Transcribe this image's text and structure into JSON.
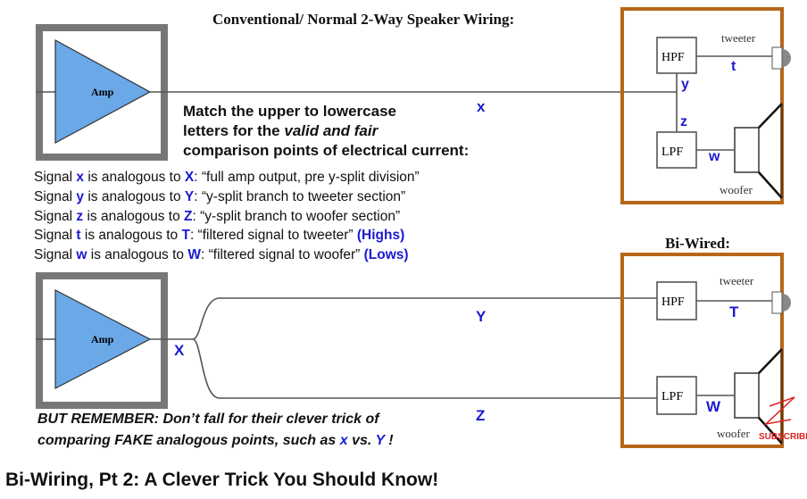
{
  "top": {
    "title": "Conventional/ Normal  2-Way Speaker Wiring:",
    "amp": "Amp",
    "x_label": "x",
    "match": [
      "Match the upper to lowercase",
      "letters for the ",
      "valid and fair",
      "comparison points of electrical current:"
    ],
    "hpf": "HPF",
    "lpf": "LPF",
    "tweeter": "tweeter",
    "woofer": "woofer",
    "y": "y",
    "z": "z",
    "t": "t",
    "w": "w"
  },
  "signals": [
    {
      "pre": "Signal ",
      "l": "x",
      "mid": " is analogous to ",
      "U": "X",
      "post": ": “full amp output, pre y-split division”",
      "extra": ""
    },
    {
      "pre": "Signal ",
      "l": "y",
      "mid": " is analogous to ",
      "U": "Y",
      "post": ": “y-split branch to tweeter section”",
      "extra": ""
    },
    {
      "pre": "Signal ",
      "l": "z",
      "mid": " is analogous to ",
      "U": "Z",
      "post": ": “y-split branch to woofer section”",
      "extra": ""
    },
    {
      "pre": "Signal ",
      "l": "t",
      "mid": "  is analogous to ",
      "U": "T",
      "post": ":  “filtered signal to tweeter” ",
      "extra": "(Highs)"
    },
    {
      "pre": "Signal ",
      "l": "w",
      "mid": " is analogous to ",
      "U": "W",
      "post": ": “filtered signal to woofer” ",
      "extra": "(Lows)"
    }
  ],
  "bottom": {
    "title": "Bi-Wired:",
    "amp": "Amp",
    "X": "X",
    "Y": "Y",
    "Z": "Z",
    "T": "T",
    "W": "W",
    "hpf": "HPF",
    "lpf": "LPF",
    "tweeter": "tweeter",
    "woofer": "woofer",
    "remember1": "BUT REMEMBER: Don’t fall for their clever trick of",
    "remember2": "comparing FAKE analogous points, such as ",
    "r_x": "x",
    "r_vs": " vs. ",
    "r_Y": "Y",
    "r_end": " !"
  },
  "subscribe": "SUBSCRIBE",
  "video_title": "Bi-Wiring, Pt 2: A Clever Trick You Should Know!",
  "colors": {
    "accent": "#1a1ad0",
    "frame": "#b8661a",
    "amp": "#6aa8e8"
  }
}
